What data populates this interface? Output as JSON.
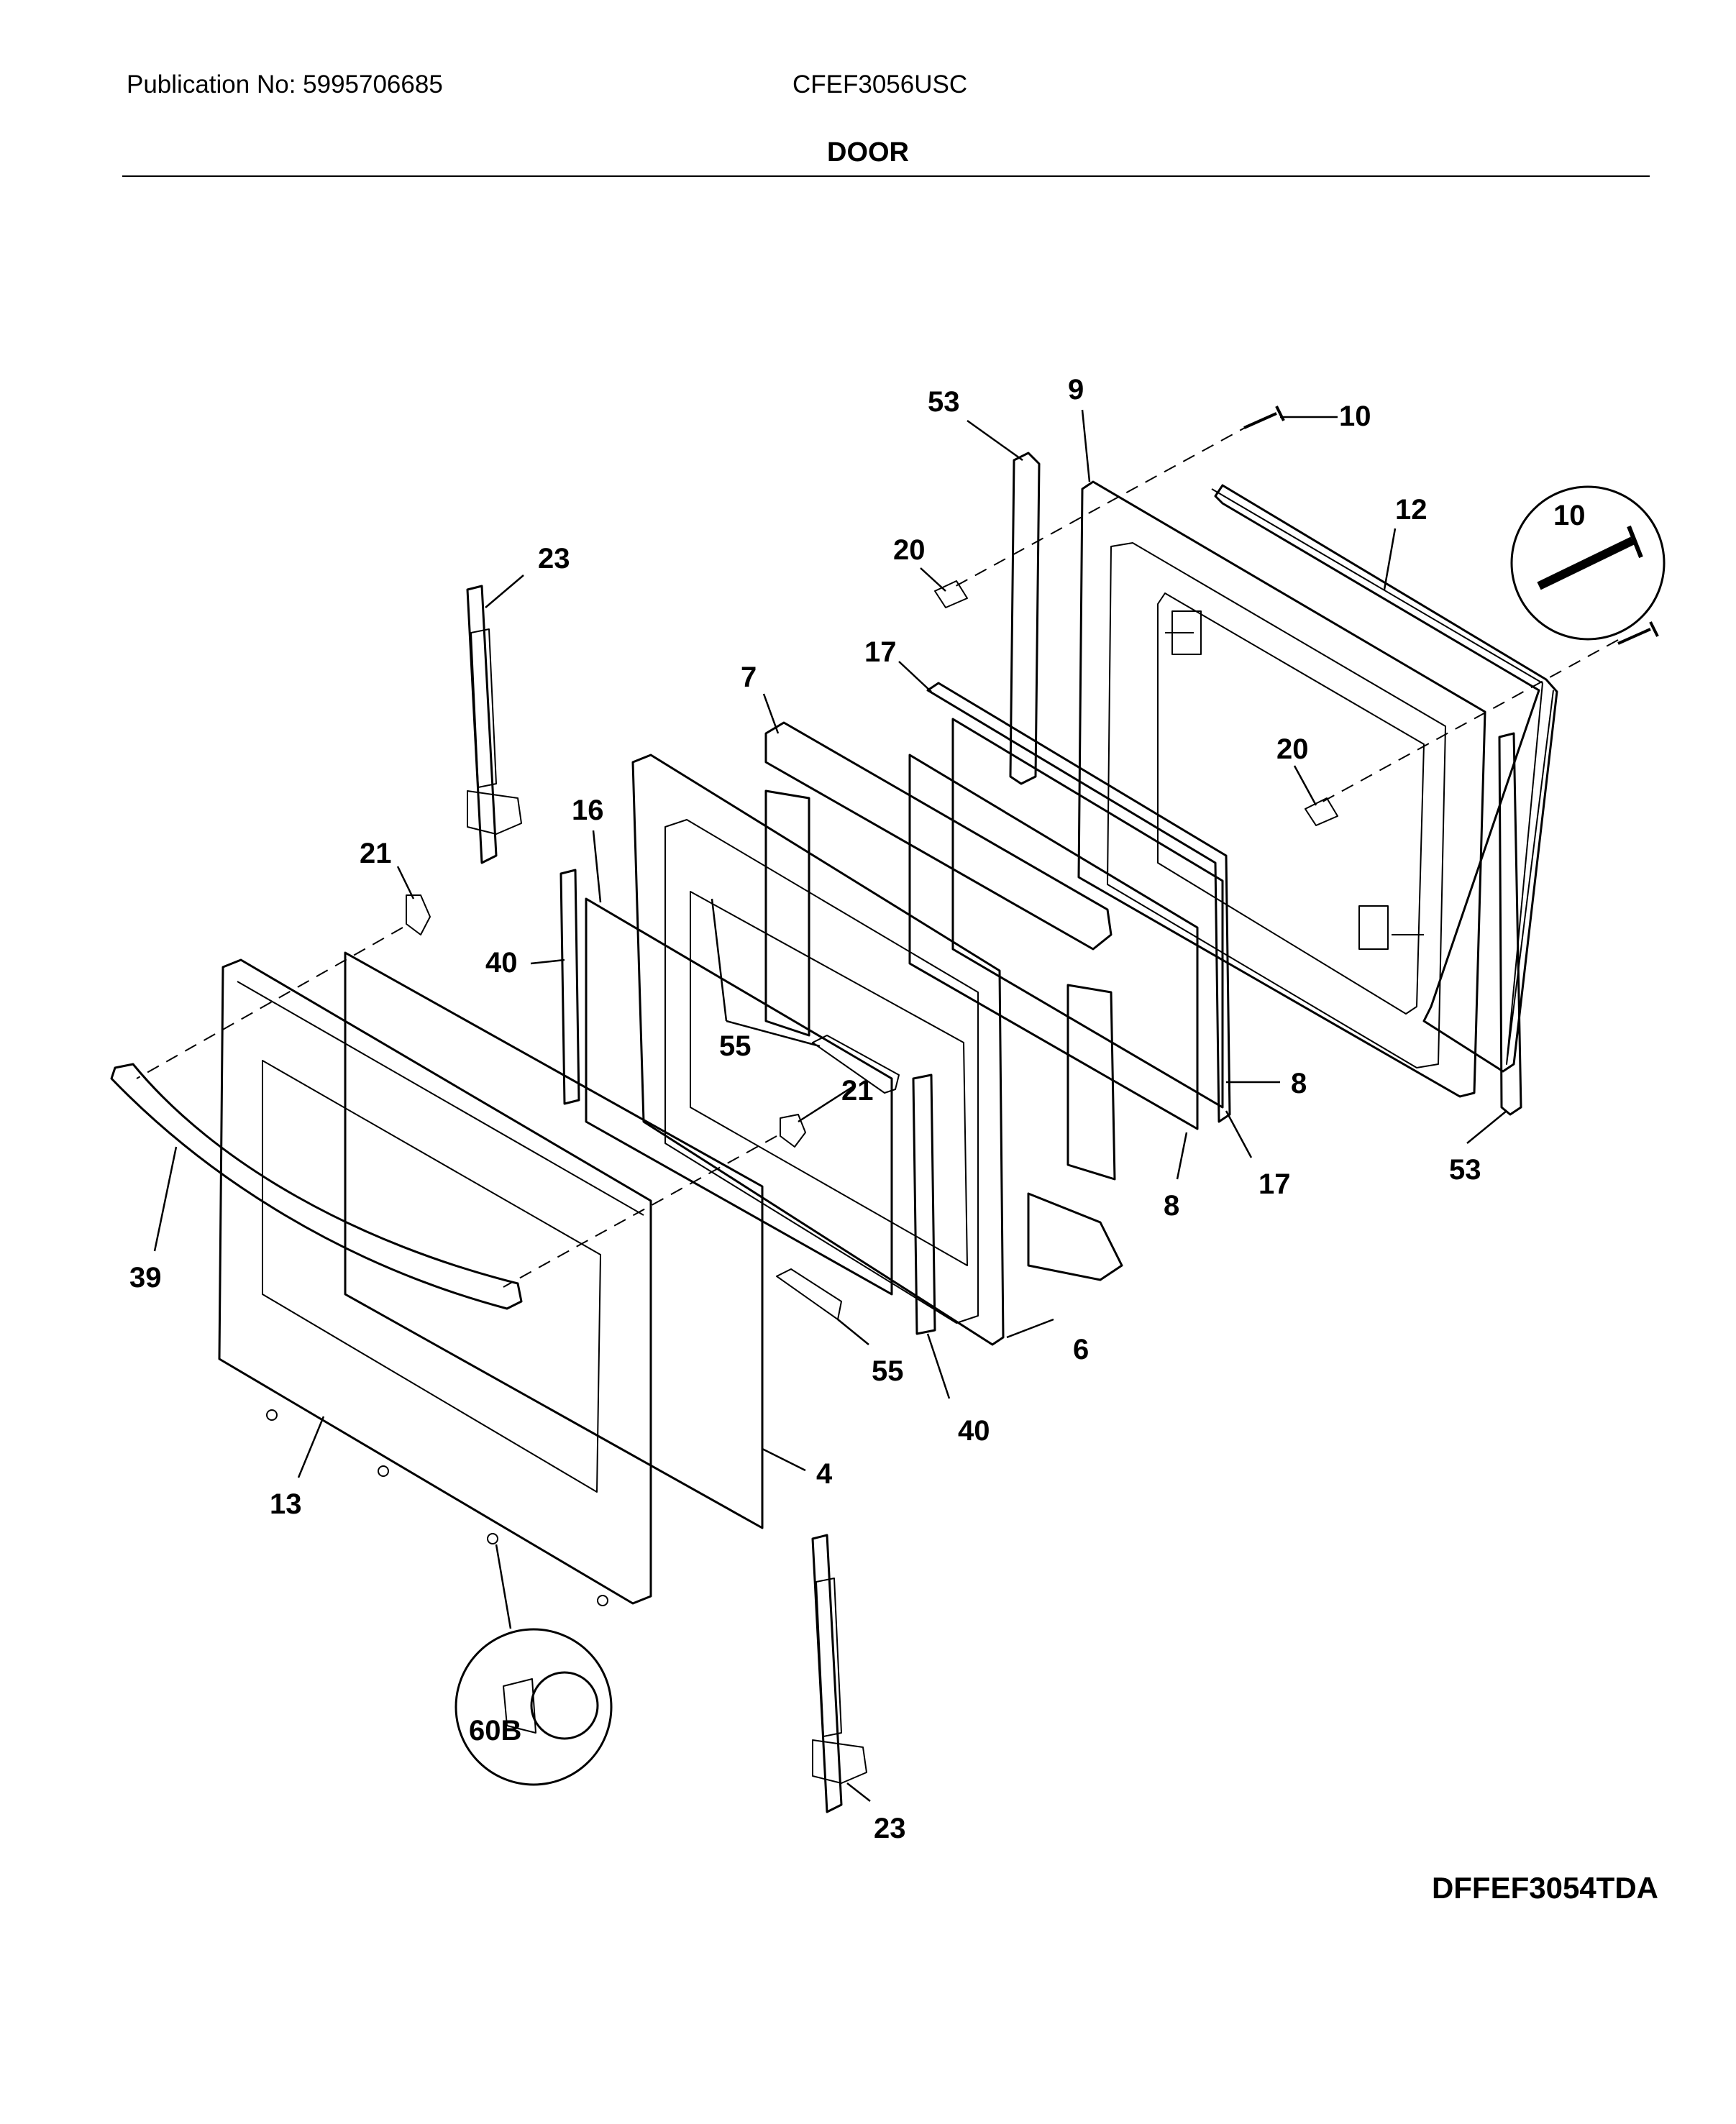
{
  "header": {
    "publication": "Publication No: 5995706685",
    "model": "CFEF3056USC",
    "title": "DOOR"
  },
  "diagram_code": "DFFEF3054TDA",
  "callouts": [
    "53",
    "9",
    "10",
    "12",
    "10",
    "20",
    "23",
    "17",
    "7",
    "20",
    "16",
    "21",
    "40",
    "55",
    "21",
    "8",
    "8",
    "17",
    "53",
    "39",
    "6",
    "55",
    "40",
    "4",
    "13",
    "60B",
    "23"
  ]
}
